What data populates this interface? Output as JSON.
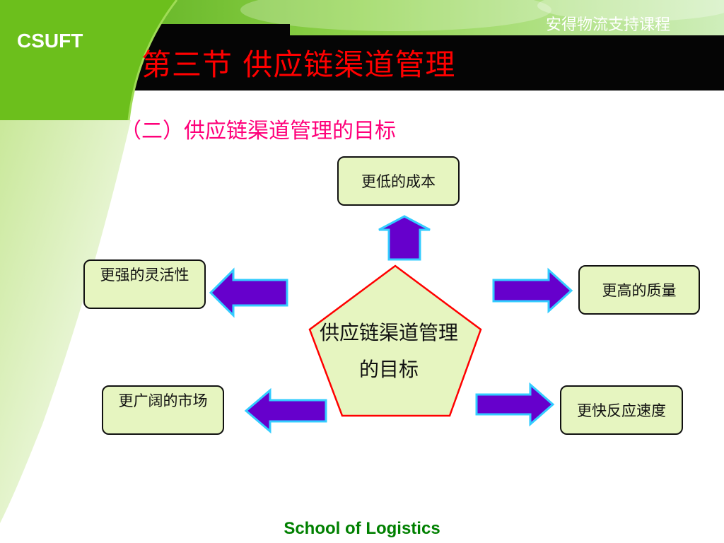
{
  "header": {
    "logo": "CSUFT",
    "course": "安得物流支持课程",
    "title": "第三节  供应链渠道管理",
    "subtitle": "（二）供应链渠道管理的目标"
  },
  "diagram": {
    "center_line1": "供应链渠道管理",
    "center_line2": "的目标",
    "goals": {
      "top": "更低的成本",
      "left_upper": "更强的灵活性",
      "right_upper": "更高的质量",
      "left_lower": "更广阔的市场",
      "right_lower": "更快反应速度"
    }
  },
  "footer": "School of Logistics",
  "colors": {
    "title": "#ff0000",
    "subtitle": "#ff007a",
    "green": "#6cbf1c",
    "box_fill": "#e6f5c0",
    "pentagon_fill": "#e6f5c0",
    "pentagon_stroke": "#ff0000",
    "arrow_fill": "#6600cc",
    "arrow_stroke": "#33ccff",
    "footer": "#008000"
  }
}
